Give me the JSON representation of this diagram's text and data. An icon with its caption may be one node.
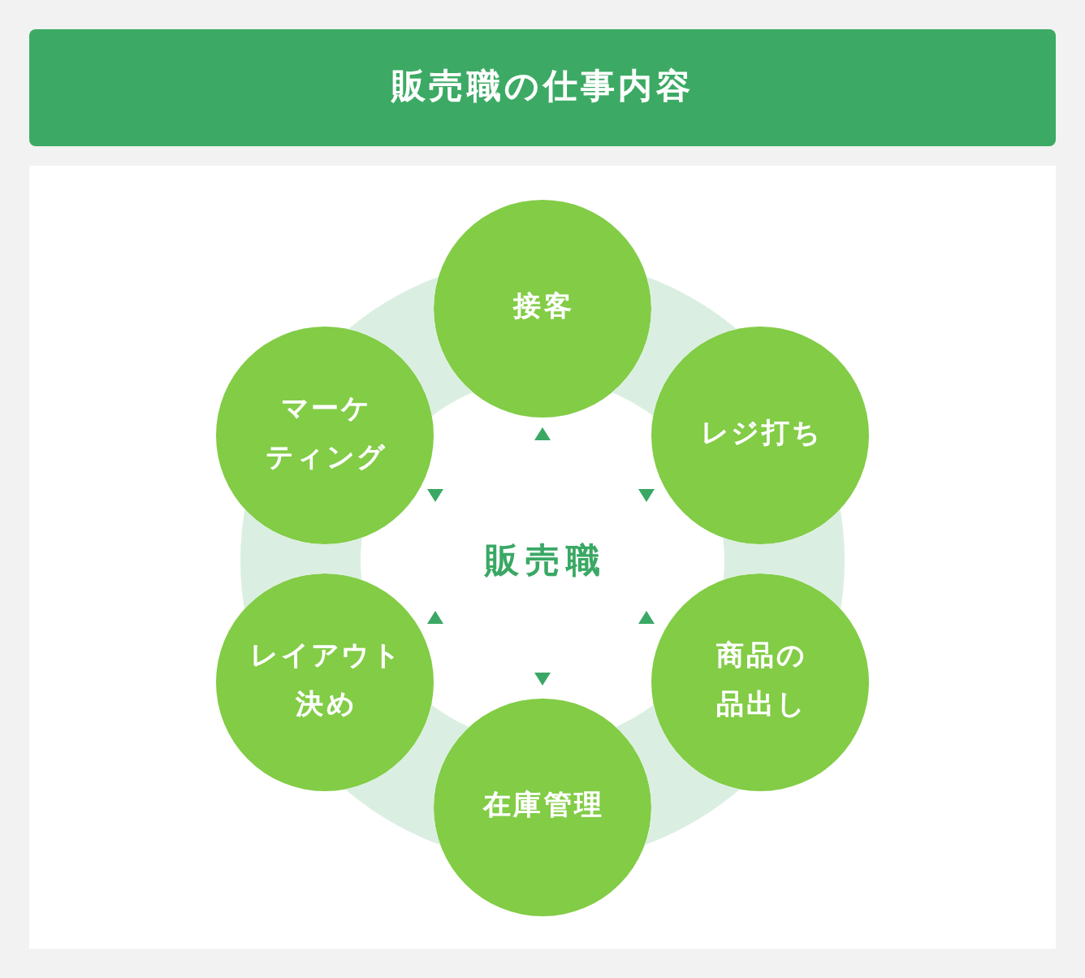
{
  "diagram": {
    "title": "販売職の仕事内容",
    "nodes": [
      {
        "text": [
          "販売職"
        ]
      },
      {
        "text": [
          "接客"
        ]
      },
      {
        "text": [
          "レジ打ち"
        ]
      },
      {
        "text": [
          "商品の品出し"
        ]
      },
      {
        "text": [
          "在庫管理"
        ]
      },
      {
        "text": [
          "レイアウト決め"
        ]
      },
      {
        "text": [
          "マーケティング"
        ]
      }
    ]
  }
}
